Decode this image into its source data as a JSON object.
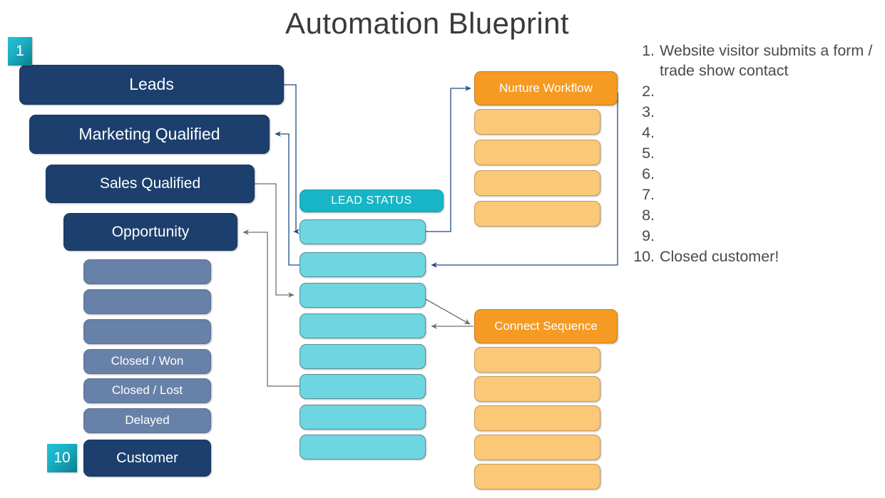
{
  "page": {
    "title": "Automation Blueprint",
    "background": "#ffffff"
  },
  "colors": {
    "navy": "#1c3f6e",
    "slate": "#6781a8",
    "teal_header": "#17b5c6",
    "cyan": "#6ed6e0",
    "orange_header": "#f59a22",
    "orange": "#fbc878",
    "badge_teal_light": "#22c3d6",
    "badge_teal_dark": "#0b7f8f",
    "connector_navy": "#1f4b87",
    "connector_gray": "#6f6f6f",
    "text_gray": "#4a4a4a"
  },
  "funnel": {
    "name": "lifecycle-funnel",
    "stages": [
      {
        "label": "Leads",
        "style": "navy"
      },
      {
        "label": "Marketing Qualified",
        "style": "navy"
      },
      {
        "label": "Sales Qualified",
        "style": "navy"
      },
      {
        "label": "Opportunity",
        "style": "navy"
      },
      {
        "label": "",
        "style": "slate"
      },
      {
        "label": "",
        "style": "slate"
      },
      {
        "label": "",
        "style": "slate"
      },
      {
        "label": "Closed / Won",
        "style": "slate"
      },
      {
        "label": "Closed / Lost",
        "style": "slate"
      },
      {
        "label": "Delayed",
        "style": "slate"
      },
      {
        "label": "Customer",
        "style": "navy"
      }
    ]
  },
  "badges": {
    "first": "1",
    "last": "10"
  },
  "lead_status": {
    "header": "LEAD STATUS",
    "rows": [
      "",
      "",
      "",
      "",
      "",
      "",
      "",
      ""
    ]
  },
  "nurture_workflow": {
    "header": "Nurture Workflow",
    "rows": [
      "",
      "",
      "",
      ""
    ]
  },
  "connect_sequence": {
    "header": "Connect Sequence",
    "rows": [
      "",
      "",
      "",
      "",
      ""
    ]
  },
  "steps": [
    {
      "num": "1.",
      "text": "Website visitor submits a form / trade show contact"
    },
    {
      "num": "2.",
      "text": ""
    },
    {
      "num": "3.",
      "text": ""
    },
    {
      "num": "4.",
      "text": ""
    },
    {
      "num": "5.",
      "text": ""
    },
    {
      "num": "6.",
      "text": ""
    },
    {
      "num": "7.",
      "text": ""
    },
    {
      "num": "8.",
      "text": ""
    },
    {
      "num": "9.",
      "text": ""
    },
    {
      "num": "10.",
      "text": "Closed customer!"
    }
  ]
}
